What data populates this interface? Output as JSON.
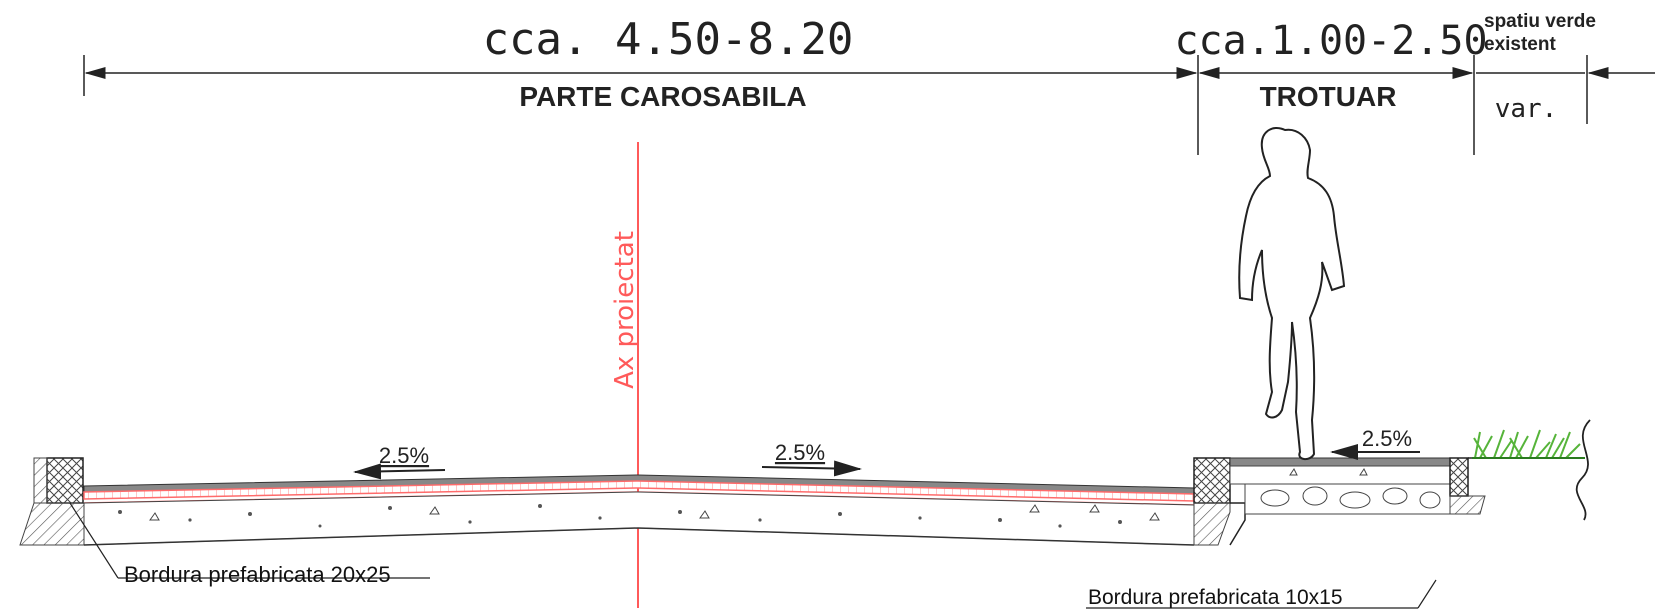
{
  "dimensions": {
    "roadway_width": "cca. 4.50-8.20",
    "roadway_label": "PARTE CAROSABILA",
    "sidewalk_width": "cca.1.00-2.50",
    "sidewalk_label": "TROTUAR",
    "green_label_line1": "spatiu verde",
    "green_label_line2": "existent",
    "green_width": "var."
  },
  "axis": {
    "label": "Ax proiectat",
    "color": "#ff5a5a"
  },
  "slopes": {
    "left": "2.5%",
    "right": "2.5%",
    "sidewalk": "2.5%"
  },
  "notes": {
    "left_curb": "Bordura prefabricata 20x25",
    "right_curb": "Bordura prefabricata 10x15"
  },
  "colors": {
    "line": "#222222",
    "red_layer": "#ff6b6b",
    "grass": "#56b43a"
  }
}
